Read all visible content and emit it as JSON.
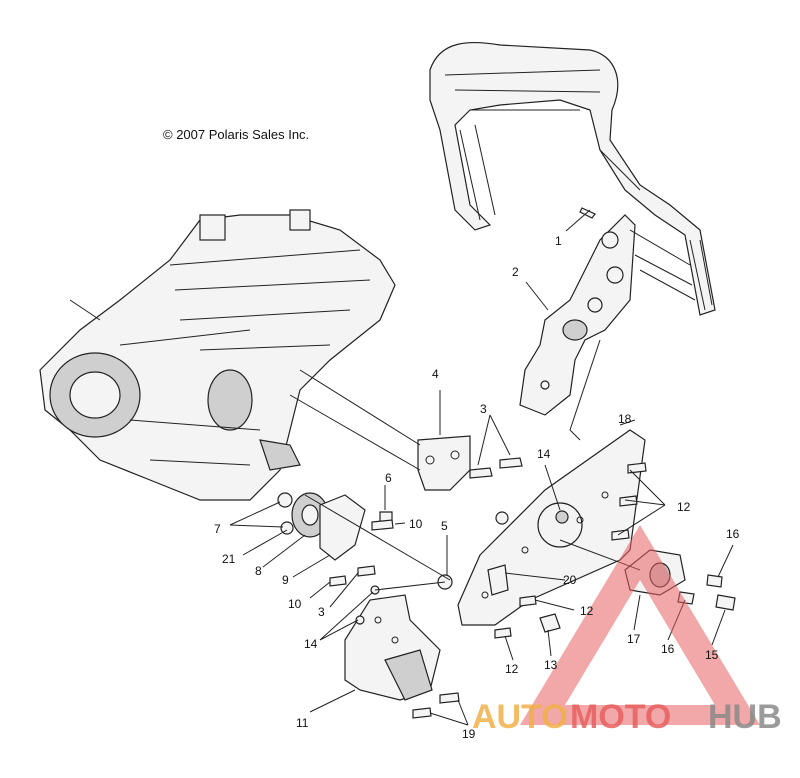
{
  "copyright": "© 2007 Polaris Sales Inc.",
  "watermark": {
    "part1": "AUTO",
    "part2": "MOTO",
    "part3": "HUB",
    "color_orange": "#f0b04a",
    "color_red": "#e86060",
    "color_gray": "#8a8a8a"
  },
  "callouts": {
    "c1": "1",
    "c2": "2",
    "c3a": "3",
    "c3b": "3",
    "c4": "4",
    "c5": "5",
    "c6": "6",
    "c7": "7",
    "c8": "8",
    "c9": "9",
    "c10a": "10",
    "c10b": "10",
    "c11": "11",
    "c12a": "12",
    "c12b": "12",
    "c12c": "12",
    "c13": "13",
    "c14a": "14",
    "c14b": "14",
    "c15": "15",
    "c16a": "16",
    "c16b": "16",
    "c17": "17",
    "c18": "18",
    "c19": "19",
    "c20": "20",
    "c21": "21"
  }
}
